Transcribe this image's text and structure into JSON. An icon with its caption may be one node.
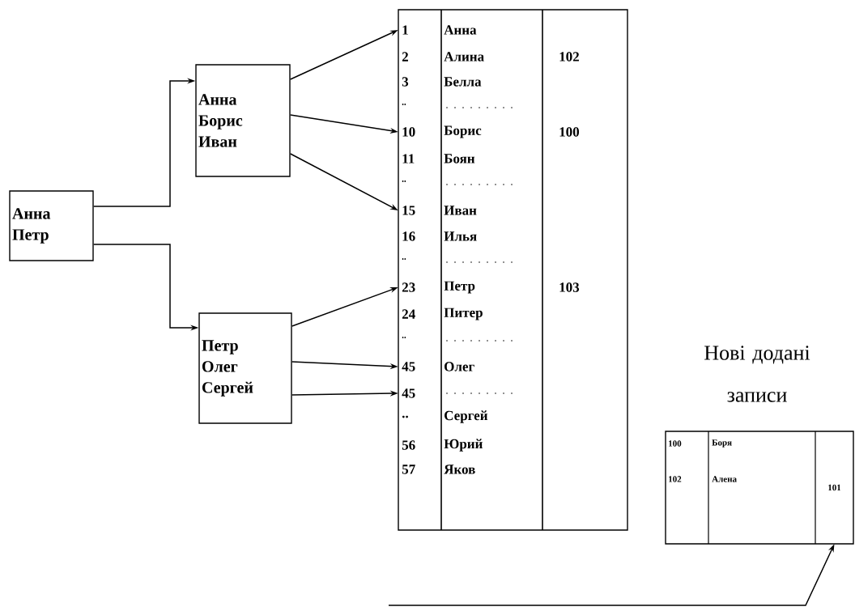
{
  "diagram": {
    "nodes": [
      {
        "text": [
          "Анна",
          "Петр"
        ]
      },
      {
        "text": [
          "Анна",
          "Борис",
          "Иван"
        ]
      },
      {
        "text": [
          "Петр",
          "Олег",
          "Сергей"
        ]
      },
      {
        "text": [],
        "shape": "box"
      },
      {
        "text": [
          "1",
          "Анна"
        ],
        "in": 3
      },
      {
        "text": [
          "2",
          "Алина",
          "102"
        ],
        "in": 3
      },
      {
        "text": [
          "3",
          "Белла"
        ],
        "in": 3
      },
      {
        "text": [
          "10",
          "Борис",
          "100"
        ],
        "in": 3
      },
      {
        "text": [
          "11",
          "Боян"
        ],
        "in": 3
      },
      {
        "text": [
          "15",
          "Иван"
        ],
        "in": 3
      },
      {
        "text": [
          "16",
          "Илья"
        ],
        "in": 3
      },
      {
        "text": [
          "23",
          "Петр",
          "103"
        ],
        "in": 3
      },
      {
        "text": [
          "24",
          "Питер"
        ],
        "in": 3
      },
      {
        "text": [
          "45",
          "Олег"
        ],
        "in": 3
      },
      {
        "text": [
          "45"
        ],
        "in": 3
      },
      {
        "text": [
          "..",
          "Сергей"
        ],
        "in": 3
      },
      {
        "text": [
          "56",
          "Юрий"
        ],
        "in": 3
      },
      {
        "text": [
          "57",
          "Яков"
        ],
        "in": 3
      },
      {
        "text": [],
        "shape": "box"
      },
      {
        "text": [
          "100",
          "Боря"
        ],
        "in": 18
      },
      {
        "text": [
          "102",
          "Алена"
        ],
        "in": 18
      },
      {
        "text": [
          "101"
        ],
        "in": 18
      }
    ],
    "edges": [
      {
        "from": 0,
        "to": 1,
        "arrow": "to"
      },
      {
        "from": 0,
        "to": 2,
        "arrow": "to"
      },
      {
        "from": 1,
        "to": 4,
        "arrow": "to"
      },
      {
        "from": 1,
        "to": 7,
        "arrow": "to"
      },
      {
        "from": 1,
        "to": 9,
        "arrow": "to"
      },
      {
        "from": 2,
        "to": 11,
        "arrow": "to"
      },
      {
        "from": 2,
        "to": 13,
        "arrow": "to"
      },
      {
        "from": 2,
        "to": 14,
        "arrow": "to"
      },
      {
        "from": null,
        "to": 21,
        "arrow": "to"
      }
    ],
    "labels": [
      "..",
      "..",
      "..",
      "..",
      "Нові додані записи"
    ]
  }
}
